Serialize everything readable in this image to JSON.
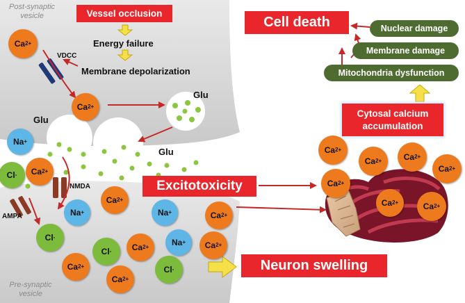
{
  "labels": {
    "post_synaptic": "Post-synaptic\nvesicle",
    "pre_synaptic": "Pre-synaptic\nvesicle",
    "vessel_occlusion": "Vessel occlusion",
    "energy_failure": "Energy failure",
    "membrane_depolarization": "Membrane depolarization",
    "vdcc": "VDCC",
    "nmda": "NMDA",
    "ampa": "AMPA",
    "glu": "Glu",
    "excitotoxicity": "Excitotoxicity",
    "neuron_swelling": "Neuron swelling",
    "cell_death": "Cell death",
    "nuclear_damage": "Nuclear damage",
    "membrane_damage": "Membrane damage",
    "mito_dysfunction": "Mitochondria dysfunction",
    "cytosal_calcium": "Cytosal calcium\naccumulation"
  },
  "ions": {
    "ca": {
      "base": "Ca",
      "charge": "2+"
    },
    "na": {
      "base": "Na",
      "charge": "+"
    },
    "cl": {
      "base": "Cl",
      "charge": "-"
    }
  },
  "colors": {
    "red": "#e8262b",
    "green": "#4e6b30",
    "calcium": "#ee7a1e",
    "sodium": "#5db6e6",
    "chloride": "#7dbb3d",
    "arrow": "#c62828",
    "yellow_arrow": "#f6e04a"
  }
}
